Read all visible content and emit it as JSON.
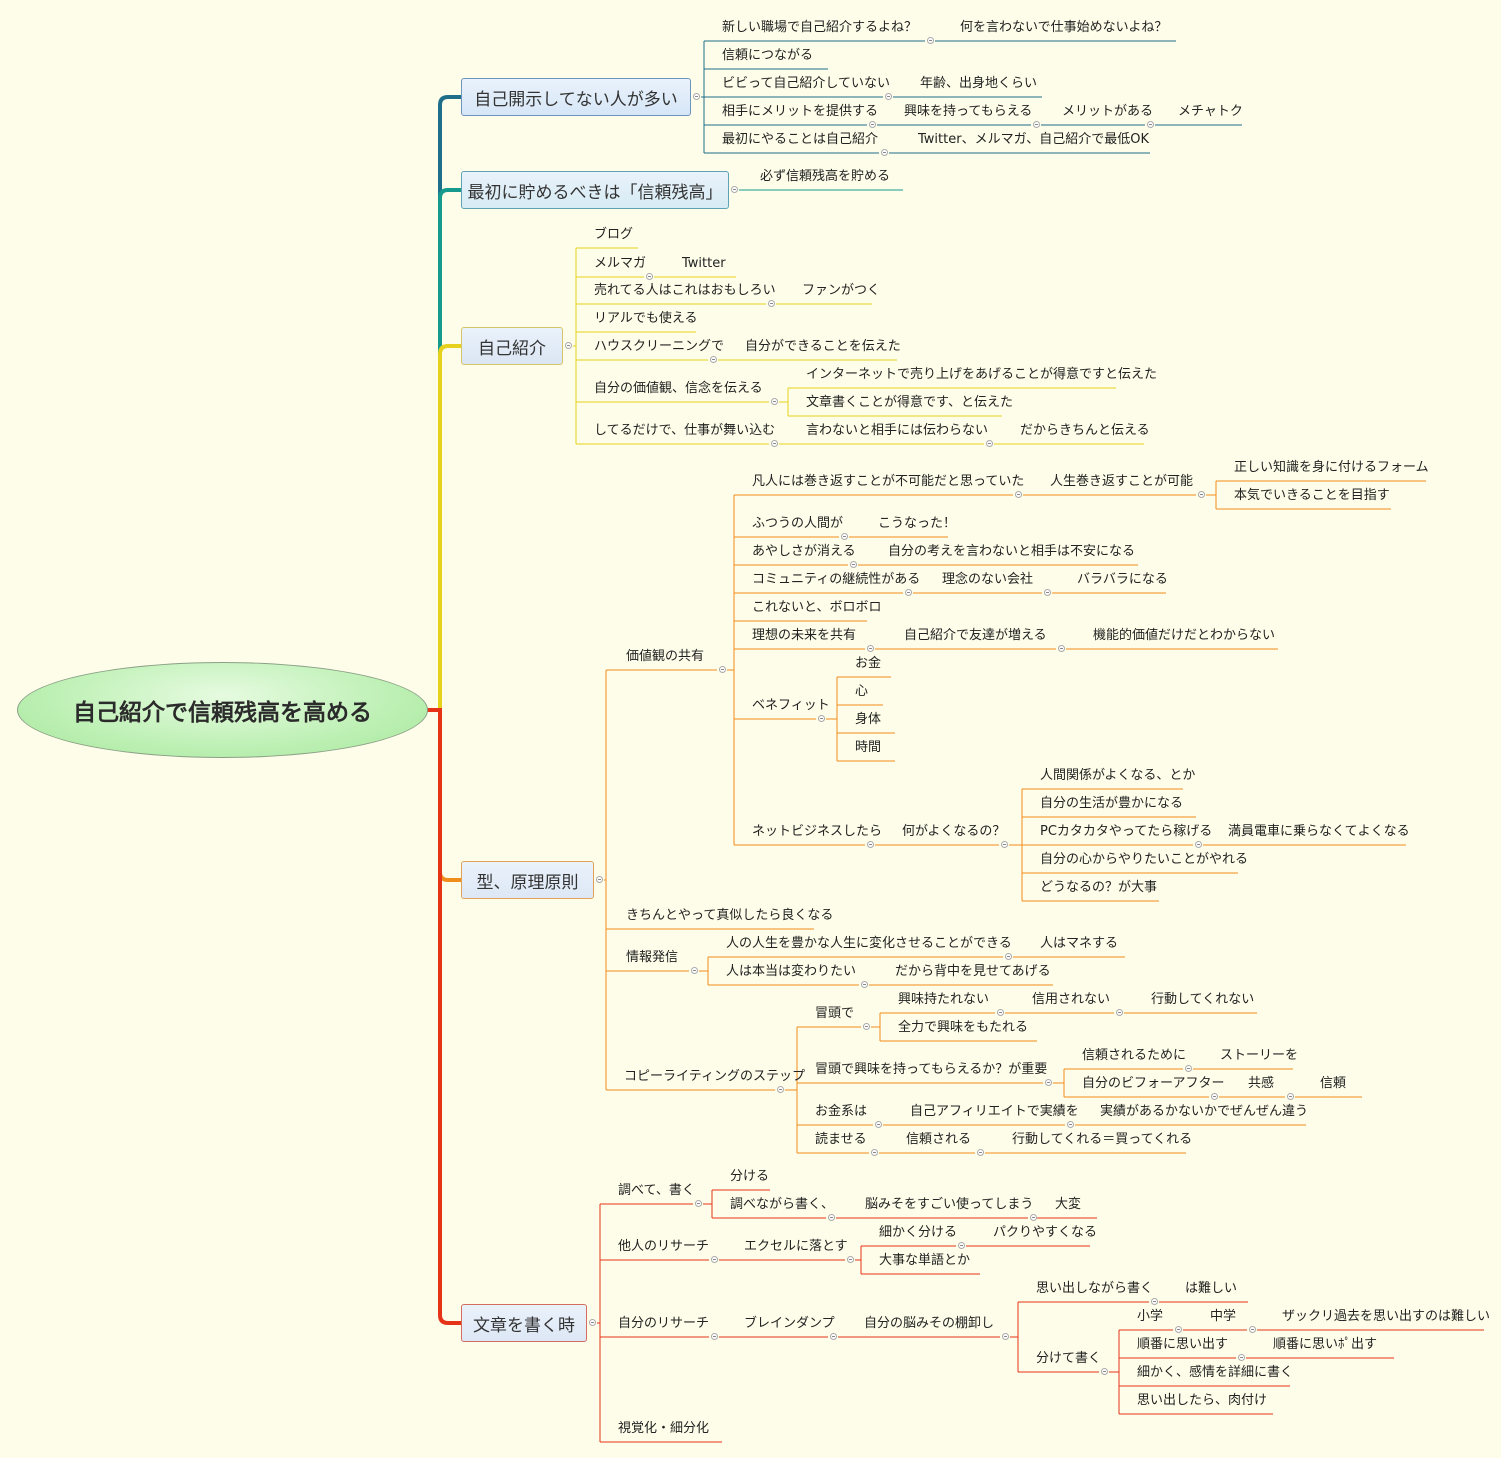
{
  "root": {
    "label": "自己紹介で信頼残高を高める",
    "color": "#3d3d3d"
  },
  "branches": [
    {
      "key": "b1",
      "label": "自己開示してない人が多い",
      "color": "#1f6f8b",
      "fill": "#d6e6f7",
      "border": "#6d95c0"
    },
    {
      "key": "b2",
      "label": "最初に貯めるべきは「信頼残高」",
      "color": "#179a8e",
      "fill": "#d6ebf3",
      "border": "#5ea3b5"
    },
    {
      "key": "b3",
      "label": "自己紹介",
      "color": "#e6d21c",
      "fill": "#dbe6f3",
      "border": "#d6c46a"
    },
    {
      "key": "b4",
      "label": "型、原理原則",
      "color": "#f08c1c",
      "fill": "#dde7f5",
      "border": "#e0a25a"
    },
    {
      "key": "b5",
      "label": "文章を書く時",
      "color": "#e63217",
      "fill": "#dde7f5",
      "border": "#d56d5e"
    }
  ],
  "nodes": {
    "n001": "新しい職場で自己紹介するよね？",
    "n002": "何を言わないで仕事始めないよね？",
    "n003": "信頼につながる",
    "n004": "ビビって自己紹介していない",
    "n005": "年齢、出身地くらい",
    "n006": "相手にメリットを提供する",
    "n007": "興味を持ってもらえる",
    "n008": "メリットがある",
    "n009": "メチャトク",
    "n010": "最初にやることは自己紹介",
    "n011": "Twitter、メルマガ、自己紹介で最低OK",
    "n012": "必ず信頼残高を貯める",
    "n013": "ブログ",
    "n014": "メルマガ",
    "n015": "Twitter",
    "n016": "売れてる人はこれはおもしろい",
    "n017": "ファンがつく",
    "n018": "リアルでも使える",
    "n019": "ハウスクリーニングで",
    "n020": "自分ができることを伝えた",
    "n021": "自分の価値観、信念を伝える",
    "n022": "インターネットで売り上げをあげることが得意ですと伝えた",
    "n023": "文章書くことが得意です、と伝えた",
    "n024": "してるだけで、仕事が舞い込む",
    "n025": "言わないと相手には伝わらない",
    "n026": "だからきちんと伝える",
    "n027": "凡人には巻き返すことが不可能だと思っていた",
    "n028": "人生巻き返すことが可能",
    "n029": "正しい知識を身に付けるフォーム",
    "n030": "本気でいきることを目指す",
    "n031": "ふつうの人間が",
    "n032": "こうなった！",
    "n033": "あやしさが消える",
    "n034": "自分の考えを言わないと相手は不安になる",
    "n035": "コミュニティの継続性がある",
    "n036": "理念のない会社",
    "n037": "バラバラになる",
    "n038": "これないと、ボロボロ",
    "n039": "理想の未来を共有",
    "n040": "自己紹介で友達が増える",
    "n041": "機能的価値だけだとわからない",
    "n042": "価値観の共有",
    "n043": "お金",
    "n044": "心",
    "n045": "ベネフィット",
    "n046": "身体",
    "n047": "時間",
    "n048": "人間関係がよくなる、とか",
    "n049": "自分の生活が豊かになる",
    "n050": "ネットビジネスしたら",
    "n051": "何がよくなるの？",
    "n052": "PCカタカタやってたら稼げる",
    "n053": "満員電車に乗らなくてよくなる",
    "n054": "自分の心からやりたいことがやれる",
    "n055": "どうなるの？が大事",
    "n056": "きちんとやって真似したら良くなる",
    "n057": "人の人生を豊かな人生に変化させることができる",
    "n058": "人はマネする",
    "n059": "情報発信",
    "n060": "人は本当は変わりたい",
    "n061": "だから背中を見せてあげる",
    "n062": "興味持たれない",
    "n063": "信用されない",
    "n064": "行動してくれない",
    "n065": "冒頭で",
    "n066": "全力で興味をもたれる",
    "n067": "信頼されるために",
    "n068": "ストーリーを",
    "n069": "冒頭で興味を持ってもらえるか？が重要",
    "n070": "コピーライティングのステップ",
    "n071": "自分のビフォーアフター",
    "n072": "共感",
    "n073": "信頼",
    "n074": "お金系は",
    "n075": "自己アフィリエイトで実績を",
    "n076": "実績があるかないかでぜんぜん違う",
    "n077": "読ませる",
    "n078": "信頼される",
    "n079": "行動してくれる＝買ってくれる",
    "n080": "分ける",
    "n081": "調べて、書く",
    "n082": "調べながら書く、",
    "n083": "脳みそをすごい使ってしまう",
    "n084": "大変",
    "n085": "細かく分ける",
    "n086": "パクりやすくなる",
    "n087": "他人のリサーチ",
    "n088": "エクセルに落とす",
    "n089": "大事な単語とか",
    "n090": "思い出しながら書く",
    "n091": "は難しい",
    "n092": "小学",
    "n093": "中学",
    "n094": "ザックリ過去を思い出すのは難しい",
    "n095": "順番に思い出す",
    "n096": "順番に思いﾎﾟ出す",
    "n097": "自分のリサーチ",
    "n098": "ブレインダンプ",
    "n099": "自分の脳みその棚卸し",
    "n100": "分けて書く",
    "n101": "細かく、感情を詳細に書く",
    "n102": "思い出したら、肉付け",
    "n103": "視覚化・細分化"
  }
}
